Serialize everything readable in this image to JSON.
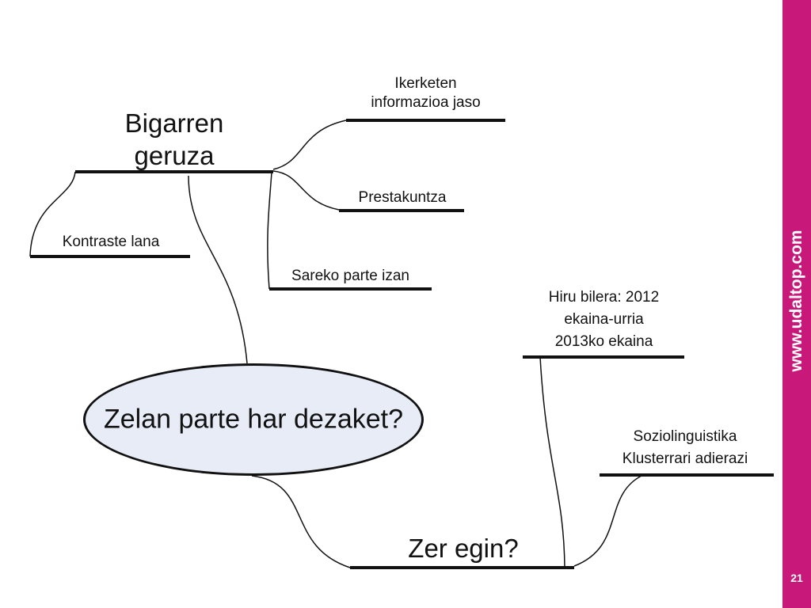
{
  "diagram": {
    "central": "Zelan parte har dezaket?",
    "bigarren": [
      "Bigarren",
      "geruza"
    ],
    "ikerketen": [
      "Ikerketen",
      "informazioa jaso"
    ],
    "prestakuntza": "Prestakuntza",
    "kontraste": "Kontraste lana",
    "sareko": "Sareko parte izan",
    "zer_egin": "Zer egin?",
    "hiru": [
      "Hiru bilera: 2012",
      "ekaina-urria",
      "2013ko ekaina"
    ],
    "sozio": [
      "Soziolinguistika",
      "Klusterrari adierazi"
    ]
  },
  "sidebar": {
    "url": "www.udaltop.com",
    "page": "21",
    "color": "#c8197a"
  },
  "colors": {
    "ellipse_fill": "#e8ecf7",
    "line": "#111111"
  }
}
